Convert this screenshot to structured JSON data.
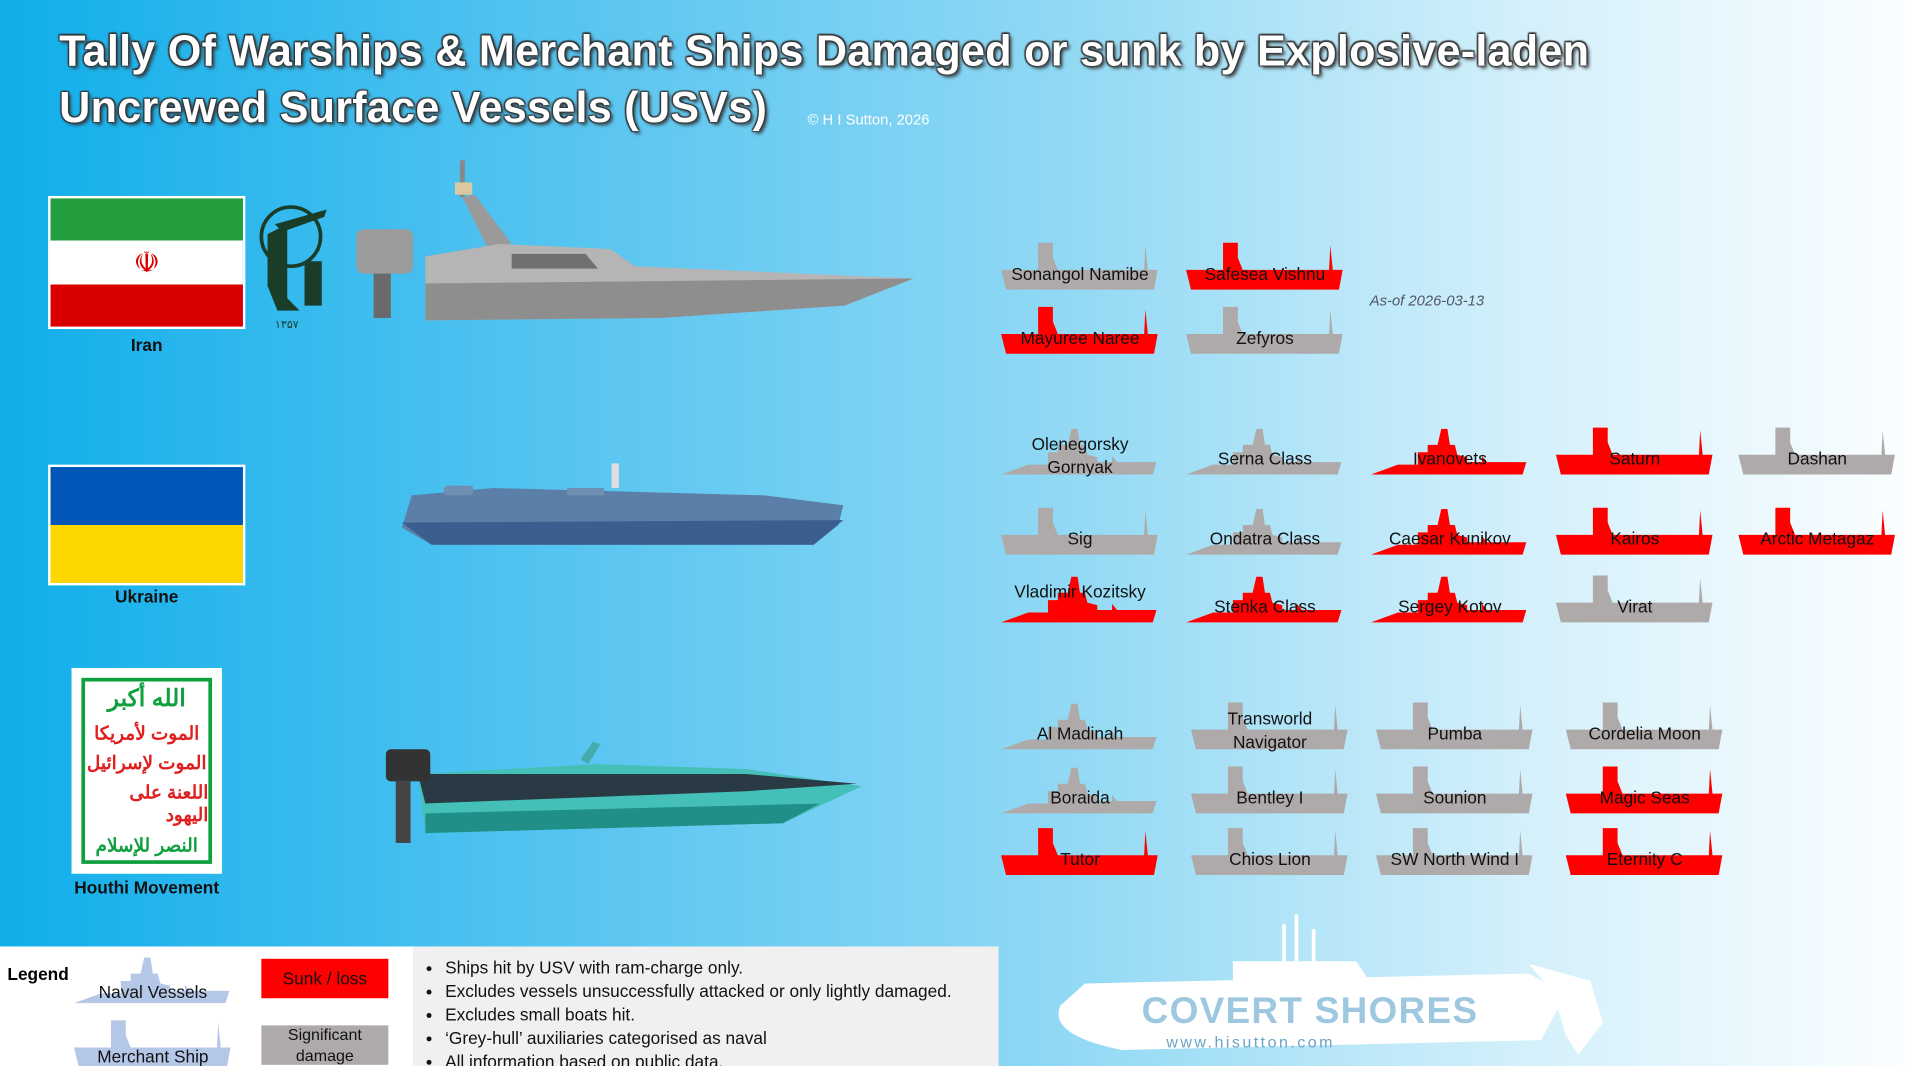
{
  "title": {
    "line1": "Tally Of Warships & Merchant Ships Damaged or sunk by Explosive-laden",
    "line2": "Uncrewed Surface Vessels (USVs)",
    "copyright": "© H I Sutton, 2026"
  },
  "as_of": "As-of 2026-03-13",
  "colors": {
    "sunk": "#ff0000",
    "damaged": "#aeaaaa",
    "legend_ship": "#b4c7e7"
  },
  "countries": [
    {
      "name": "Iran",
      "ships": [
        {
          "name": "Sonangol Namibe",
          "type": "merchant",
          "status": "damaged"
        },
        {
          "name": "Safesea Vishnu",
          "type": "merchant",
          "status": "sunk"
        },
        {
          "name": "Mayuree Naree",
          "type": "merchant",
          "status": "sunk"
        },
        {
          "name": "Zefyros",
          "type": "merchant",
          "status": "damaged"
        }
      ]
    },
    {
      "name": "Ukraine",
      "ships": [
        {
          "name": "Olenegorsky Gornyak",
          "type": "naval",
          "status": "damaged"
        },
        {
          "name": "Serna Class",
          "type": "naval",
          "status": "damaged"
        },
        {
          "name": "Ivanovets",
          "type": "naval",
          "status": "sunk"
        },
        {
          "name": "Saturn",
          "type": "merchant",
          "status": "sunk"
        },
        {
          "name": "Dashan",
          "type": "merchant",
          "status": "damaged"
        },
        {
          "name": "Sig",
          "type": "merchant",
          "status": "damaged"
        },
        {
          "name": "Ondatra Class",
          "type": "naval",
          "status": "damaged"
        },
        {
          "name": "Caesar Kunikov",
          "type": "naval",
          "status": "sunk"
        },
        {
          "name": "Kairos",
          "type": "merchant",
          "status": "sunk"
        },
        {
          "name": "Arctic Metagaz",
          "type": "merchant",
          "status": "sunk"
        },
        {
          "name": "Vladimir Kozitsky",
          "type": "naval",
          "status": "sunk"
        },
        {
          "name": "Stenka Class",
          "type": "naval",
          "status": "sunk"
        },
        {
          "name": "Sergey Kotov",
          "type": "naval",
          "status": "sunk"
        },
        {
          "name": "Virat",
          "type": "merchant",
          "status": "damaged"
        }
      ]
    },
    {
      "name": "Houthi Movement",
      "ships": [
        {
          "name": "Al Madinah",
          "type": "naval",
          "status": "damaged"
        },
        {
          "name": "Transworld Navigator",
          "type": "merchant",
          "status": "damaged"
        },
        {
          "name": "Pumba",
          "type": "merchant",
          "status": "damaged"
        },
        {
          "name": "Cordelia Moon",
          "type": "merchant",
          "status": "damaged"
        },
        {
          "name": "Boraida",
          "type": "naval",
          "status": "damaged"
        },
        {
          "name": "Bentley I",
          "type": "merchant",
          "status": "damaged"
        },
        {
          "name": "Sounion",
          "type": "merchant",
          "status": "damaged"
        },
        {
          "name": "Magic Seas",
          "type": "merchant",
          "status": "sunk"
        },
        {
          "name": "Tutor",
          "type": "merchant",
          "status": "sunk"
        },
        {
          "name": "Chios Lion",
          "type": "merchant",
          "status": "damaged"
        },
        {
          "name": "SW North Wind I",
          "type": "merchant",
          "status": "damaged"
        },
        {
          "name": "Eternity C",
          "type": "merchant",
          "status": "sunk"
        }
      ]
    }
  ],
  "houthi_flag_text": [
    "الله أكبر",
    "الموت لأمريكا",
    "الموت لإسرائيل",
    "اللعنة على اليهود",
    "النصر للإسلام"
  ],
  "legend": {
    "title": "Legend",
    "naval": "Naval Vessels",
    "merchant": "Merchant Ship",
    "sunk": "Sunk / loss",
    "damaged": "Significant damage",
    "notes": [
      "Ships hit by USV with ram-charge only.",
      "Excludes vessels unsuccessfully attacked or only lightly damaged.",
      "Excludes small boats hit.",
      "‘Grey-hull’ auxiliaries categorised as naval",
      "All information based on public data."
    ]
  },
  "logo": {
    "name": "COVERT SHORES",
    "url": "www.hisutton.com"
  }
}
